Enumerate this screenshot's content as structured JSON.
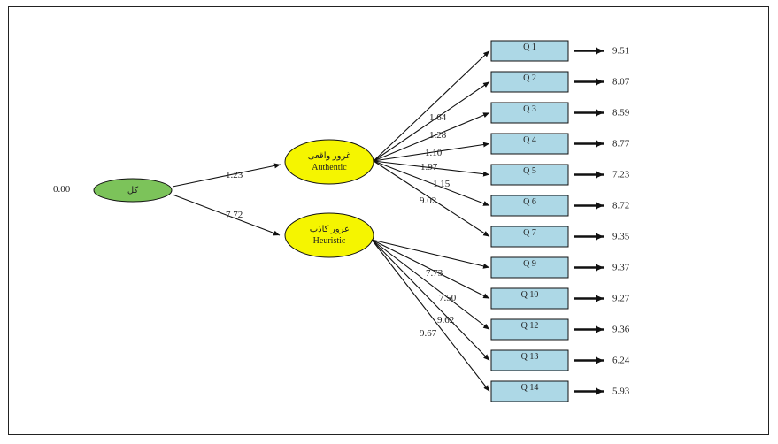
{
  "diagram": {
    "root": {
      "label": "کل",
      "variance": "0.00",
      "color": "#7cc35a"
    },
    "latents": [
      {
        "id": "authentic",
        "label_fa": "غرور واقعی",
        "label_en": "Authentic",
        "path_from_root": "1.23",
        "color": "#f5f500"
      },
      {
        "id": "heuristic",
        "label_fa": "غرور کاذب",
        "label_en": "Heuristic",
        "path_from_root": "7.72",
        "color": "#f5f500"
      }
    ],
    "items": [
      {
        "label": "Q 1",
        "error": "9.51",
        "latent": "authentic",
        "loading": ""
      },
      {
        "label": "Q 2",
        "error": "8.07",
        "latent": "authentic",
        "loading": "1.64"
      },
      {
        "label": "Q 3",
        "error": "8.59",
        "latent": "authentic",
        "loading": "1.28"
      },
      {
        "label": "Q 4",
        "error": "8.77",
        "latent": "authentic",
        "loading": "1.10"
      },
      {
        "label": "Q 5",
        "error": "7.23",
        "latent": "authentic",
        "loading": "1.97"
      },
      {
        "label": "Q 6",
        "error": "8.72",
        "latent": "authentic",
        "loading": "1.15"
      },
      {
        "label": "Q 7",
        "error": "9.35",
        "latent": "authentic",
        "loading": "9.02"
      },
      {
        "label": "Q 9",
        "error": "9.37",
        "latent": "heuristic",
        "loading": ""
      },
      {
        "label": "Q 10",
        "error": "9.27",
        "latent": "heuristic",
        "loading": "7.73"
      },
      {
        "label": "Q 12",
        "error": "9.36",
        "latent": "heuristic",
        "loading": "7.50"
      },
      {
        "label": "Q 13",
        "error": "6.24",
        "latent": "heuristic",
        "loading": "9.62"
      },
      {
        "label": "Q 14",
        "error": "5.93",
        "latent": "heuristic",
        "loading": "9.67"
      }
    ],
    "colors": {
      "item_box": "#add8e6",
      "line": "#111111"
    }
  }
}
